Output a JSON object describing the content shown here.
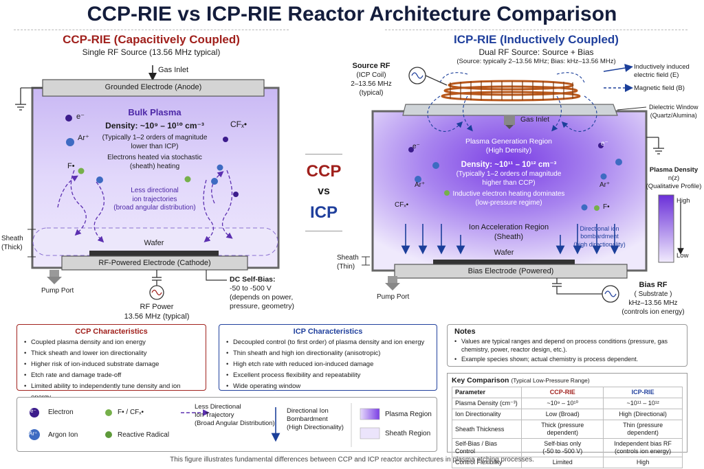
{
  "title": "CCP-RIE vs ICP-RIE Reactor Architecture Comparison",
  "ccp": {
    "header": "CCP-RIE (Capacitively Coupled)",
    "subheader": "Single RF Source (13.56 MHz typical)",
    "gas_inlet": "Gas Inlet",
    "top_electrode": "Grounded Electrode (Anode)",
    "bulk_plasma": "Bulk Plasma",
    "density": "Density: ~10⁹ – 10¹⁰ cm⁻³",
    "density_note_1": "(Typically 1–2 orders of magnitude",
    "density_note_2": "lower than ICP)",
    "heating_1": "Electrons heated via stochastic",
    "heating_2": "(sheath) heating",
    "traj_1": "Less directional",
    "traj_2": "ion trajectories",
    "traj_3": "(broad angular distribution)",
    "sheath_1": "Sheath",
    "sheath_2": "(Thick)",
    "wafer": "Wafer",
    "bottom_electrode": "RF-Powered Electrode (Cathode)",
    "pump": "Pump Port",
    "rf_power_1": "RF Power",
    "rf_power_2": "13.56 MHz (typical)",
    "dc_bias_1": "DC Self-Bias:",
    "dc_bias_2": "-50 to -500 V",
    "dc_bias_3": "(depends on power,",
    "dc_bias_4": "pressure, geometry)",
    "species": {
      "electron": "e⁻",
      "argon": "Ar⁺",
      "fluorine": "F•",
      "cfx": "CFₓ•"
    }
  },
  "center": {
    "ccp": "CCP",
    "vs": "vs",
    "icp": "ICP"
  },
  "icp": {
    "header": "ICP-RIE (Inductively Coupled)",
    "subheader": "Dual RF Source: Source + Bias",
    "subheader_note": "(Source: typically 2–13.56 MHz; Bias: kHz–13.56 MHz)",
    "source_rf_1": "Source RF",
    "source_rf_2": "(ICP Coil)",
    "source_rf_3": "2–13.56 MHz",
    "source_rf_4": "(typical)",
    "legend_e_1": "Inductively induced",
    "legend_e_2": "electric field (E)",
    "legend_b": "Magnetic field (B)",
    "dielectric_1": "Dielectric Window",
    "dielectric_2": "(Quartz/Alumina)",
    "gas_inlet": "Gas Inlet",
    "gen_region_1": "Plasma Generation Region",
    "gen_region_2": "(High Density)",
    "density": "Density: ~10¹¹ – 10¹² cm⁻³",
    "density_note_1": "(Typically 1–2 orders of magnitude",
    "density_note_2": "higher than CCP)",
    "heating_1": "Inductive electron heating dominates",
    "heating_2": "(low-pressure regime)",
    "accel_1": "Ion Acceleration Region",
    "accel_2": "(Sheath)",
    "directional_1": "Directional ion",
    "directional_2": "bombardment",
    "directional_3": "(high directionality)",
    "sheath_1": "Sheath",
    "sheath_2": "(Thin)",
    "wafer": "Wafer",
    "bottom_electrode": "Bias Electrode (Powered)",
    "pump": "Pump Port",
    "bias_rf_1": "Bias RF",
    "bias_rf_2": "( Substrate )",
    "bias_rf_3": "kHz–13.56 MHz",
    "bias_rf_4": "(controls ion energy)",
    "profile_1": "Plasma Density",
    "profile_2": "n(z)",
    "profile_3": "(Qualitative Profile)",
    "profile_high": "High",
    "profile_low": "Low",
    "species": {
      "electron": "e⁻",
      "argon": "Ar⁺",
      "fluorine": "F•",
      "cfx": "CFₓ•"
    }
  },
  "ccp_box": {
    "title": "CCP Characteristics",
    "items": [
      "Coupled plasma density and ion energy",
      "Thick sheath and lower ion directionality",
      "Higher risk of ion-induced substrate damage",
      "Etch rate and damage trade-off",
      "Limited ability to independently tune density and ion energy"
    ]
  },
  "icp_box": {
    "title": "ICP Characteristics",
    "items": [
      "Decoupled control (to first order) of plasma density and ion energy",
      "Thin sheath and high ion directionality (anisotropic)",
      "High etch rate with reduced ion-induced damage",
      "Excellent process flexibility and repeatability",
      "Wide operating window"
    ]
  },
  "notes": {
    "title": "Notes",
    "items": [
      "Values are typical ranges and depend on process conditions (pressure, gas chemistry, power, reactor design, etc.).",
      "Example species shown; actual chemistry is process dependent."
    ]
  },
  "key_comparison": {
    "title": "Key Comparison",
    "subtitle": "(Typical Low-Pressure Range)",
    "headers": [
      "Parameter",
      "CCP-RIE",
      "ICP-RIE"
    ],
    "rows": [
      [
        "Plasma Density (cm⁻³)",
        "~10⁹ – 10¹⁰",
        "~10¹¹ – 10¹²"
      ],
      [
        "Ion Directionality",
        "Low (Broad)",
        "High (Directional)"
      ],
      [
        "Sheath Thickness",
        "Thick (pressure dependent)",
        "Thin (pressure dependent)"
      ],
      [
        "Self-Bias / Bias Control",
        "Self-bias only\n(-50 to -500 V)",
        "Independent bias RF\n(controls ion energy)"
      ],
      [
        "Control Flexibility",
        "Limited",
        "High"
      ]
    ]
  },
  "legend": {
    "electron": "Electron",
    "argon": "Argon Ion",
    "fcfx": "F• / CFₓ•",
    "radical": "Reactive Radical",
    "less_dir_1": "Less Directional",
    "less_dir_2": "Ion Trajectory",
    "less_dir_3": "(Broad Angular Distribution)",
    "dir_1": "Directional Ion",
    "dir_2": "Bombardment",
    "dir_3": "(High Directionality)",
    "plasma_region": "Plasma Region",
    "sheath_region": "Sheath Region",
    "e_symbol": "e⁻",
    "ar_symbol": "Ar⁺"
  },
  "caption": "This figure illustrates fundamental differences between CCP and ICP reactor architectures in plasma etching processes.",
  "colors": {
    "ccp_red": "#a0201c",
    "icp_blue": "#1f3f9c",
    "plasma_purple": "#7b3fe4",
    "arrow_blue": "#1b3f9a"
  }
}
